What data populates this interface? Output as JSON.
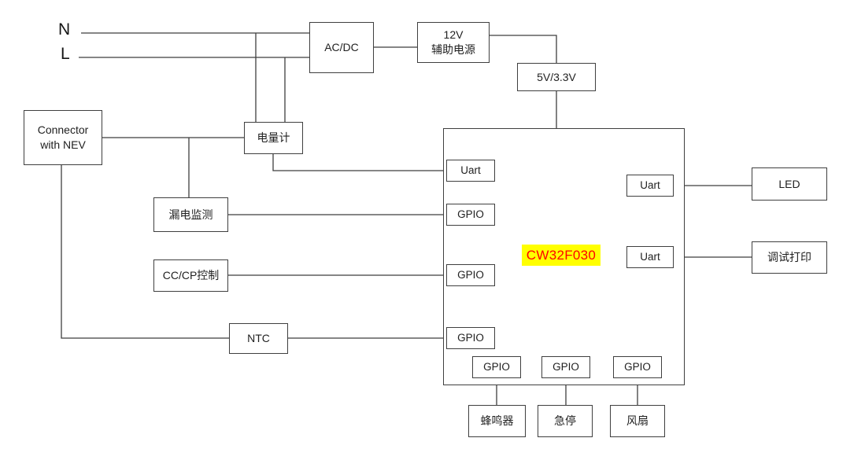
{
  "diagram_type": "block-diagram",
  "power_inputs": {
    "neutral": "N",
    "line": "L"
  },
  "blocks": {
    "acdc": {
      "label": "AC/DC"
    },
    "aux_supply": {
      "line1": "12V",
      "line2": "辅助电源"
    },
    "rail_5v33": {
      "label": "5V/3.3V"
    },
    "connector": {
      "line1": "Connector",
      "line2": "with NEV"
    },
    "energy_meter": {
      "label": "电量计"
    },
    "leakage_monitor": {
      "label": "漏电监测"
    },
    "cccp_control": {
      "label": "CC/CP控制"
    },
    "ntc": {
      "label": "NTC"
    },
    "led": {
      "label": "LED"
    },
    "debug_print": {
      "label": "调试打印"
    },
    "buzzer": {
      "label": "蜂鸣器"
    },
    "emergency_stop": {
      "label": "急停"
    },
    "fan": {
      "label": "风扇"
    }
  },
  "mcu": {
    "label": "CW32F030",
    "left_ports": [
      "Uart",
      "GPIO",
      "GPIO",
      "GPIO"
    ],
    "right_ports": [
      "Uart",
      "Uart"
    ],
    "bottom_ports": [
      "GPIO",
      "GPIO",
      "GPIO"
    ]
  },
  "colors": {
    "mcu_highlight_bg": "#ffff00",
    "mcu_highlight_text": "#ff0000",
    "line_color": "#3f3f3f"
  }
}
